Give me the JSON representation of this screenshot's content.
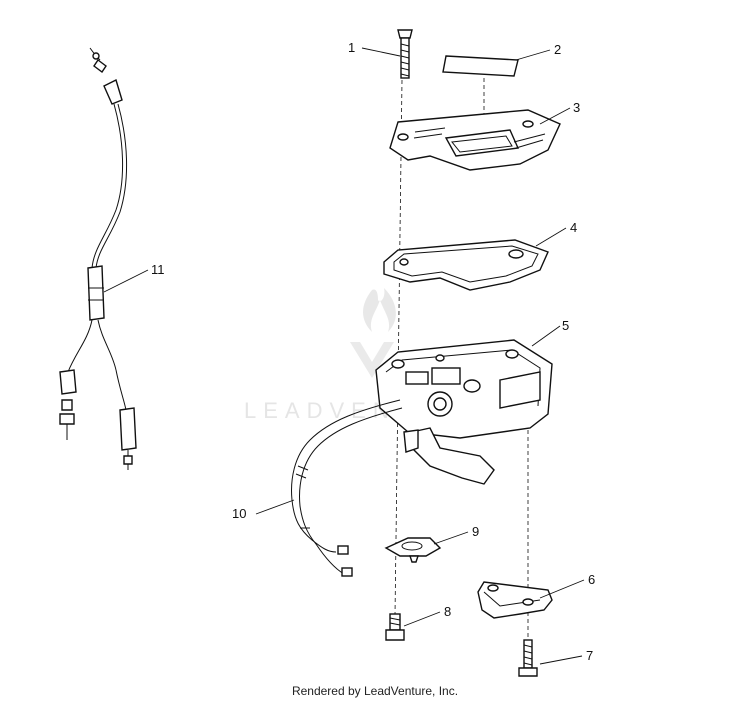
{
  "diagram": {
    "callouts": [
      "1",
      "2",
      "3",
      "4",
      "5",
      "6",
      "7",
      "8",
      "9",
      "10",
      "11"
    ],
    "footer": "Rendered by LeadVenture, Inc.",
    "watermark": "LEADVENTURE"
  }
}
